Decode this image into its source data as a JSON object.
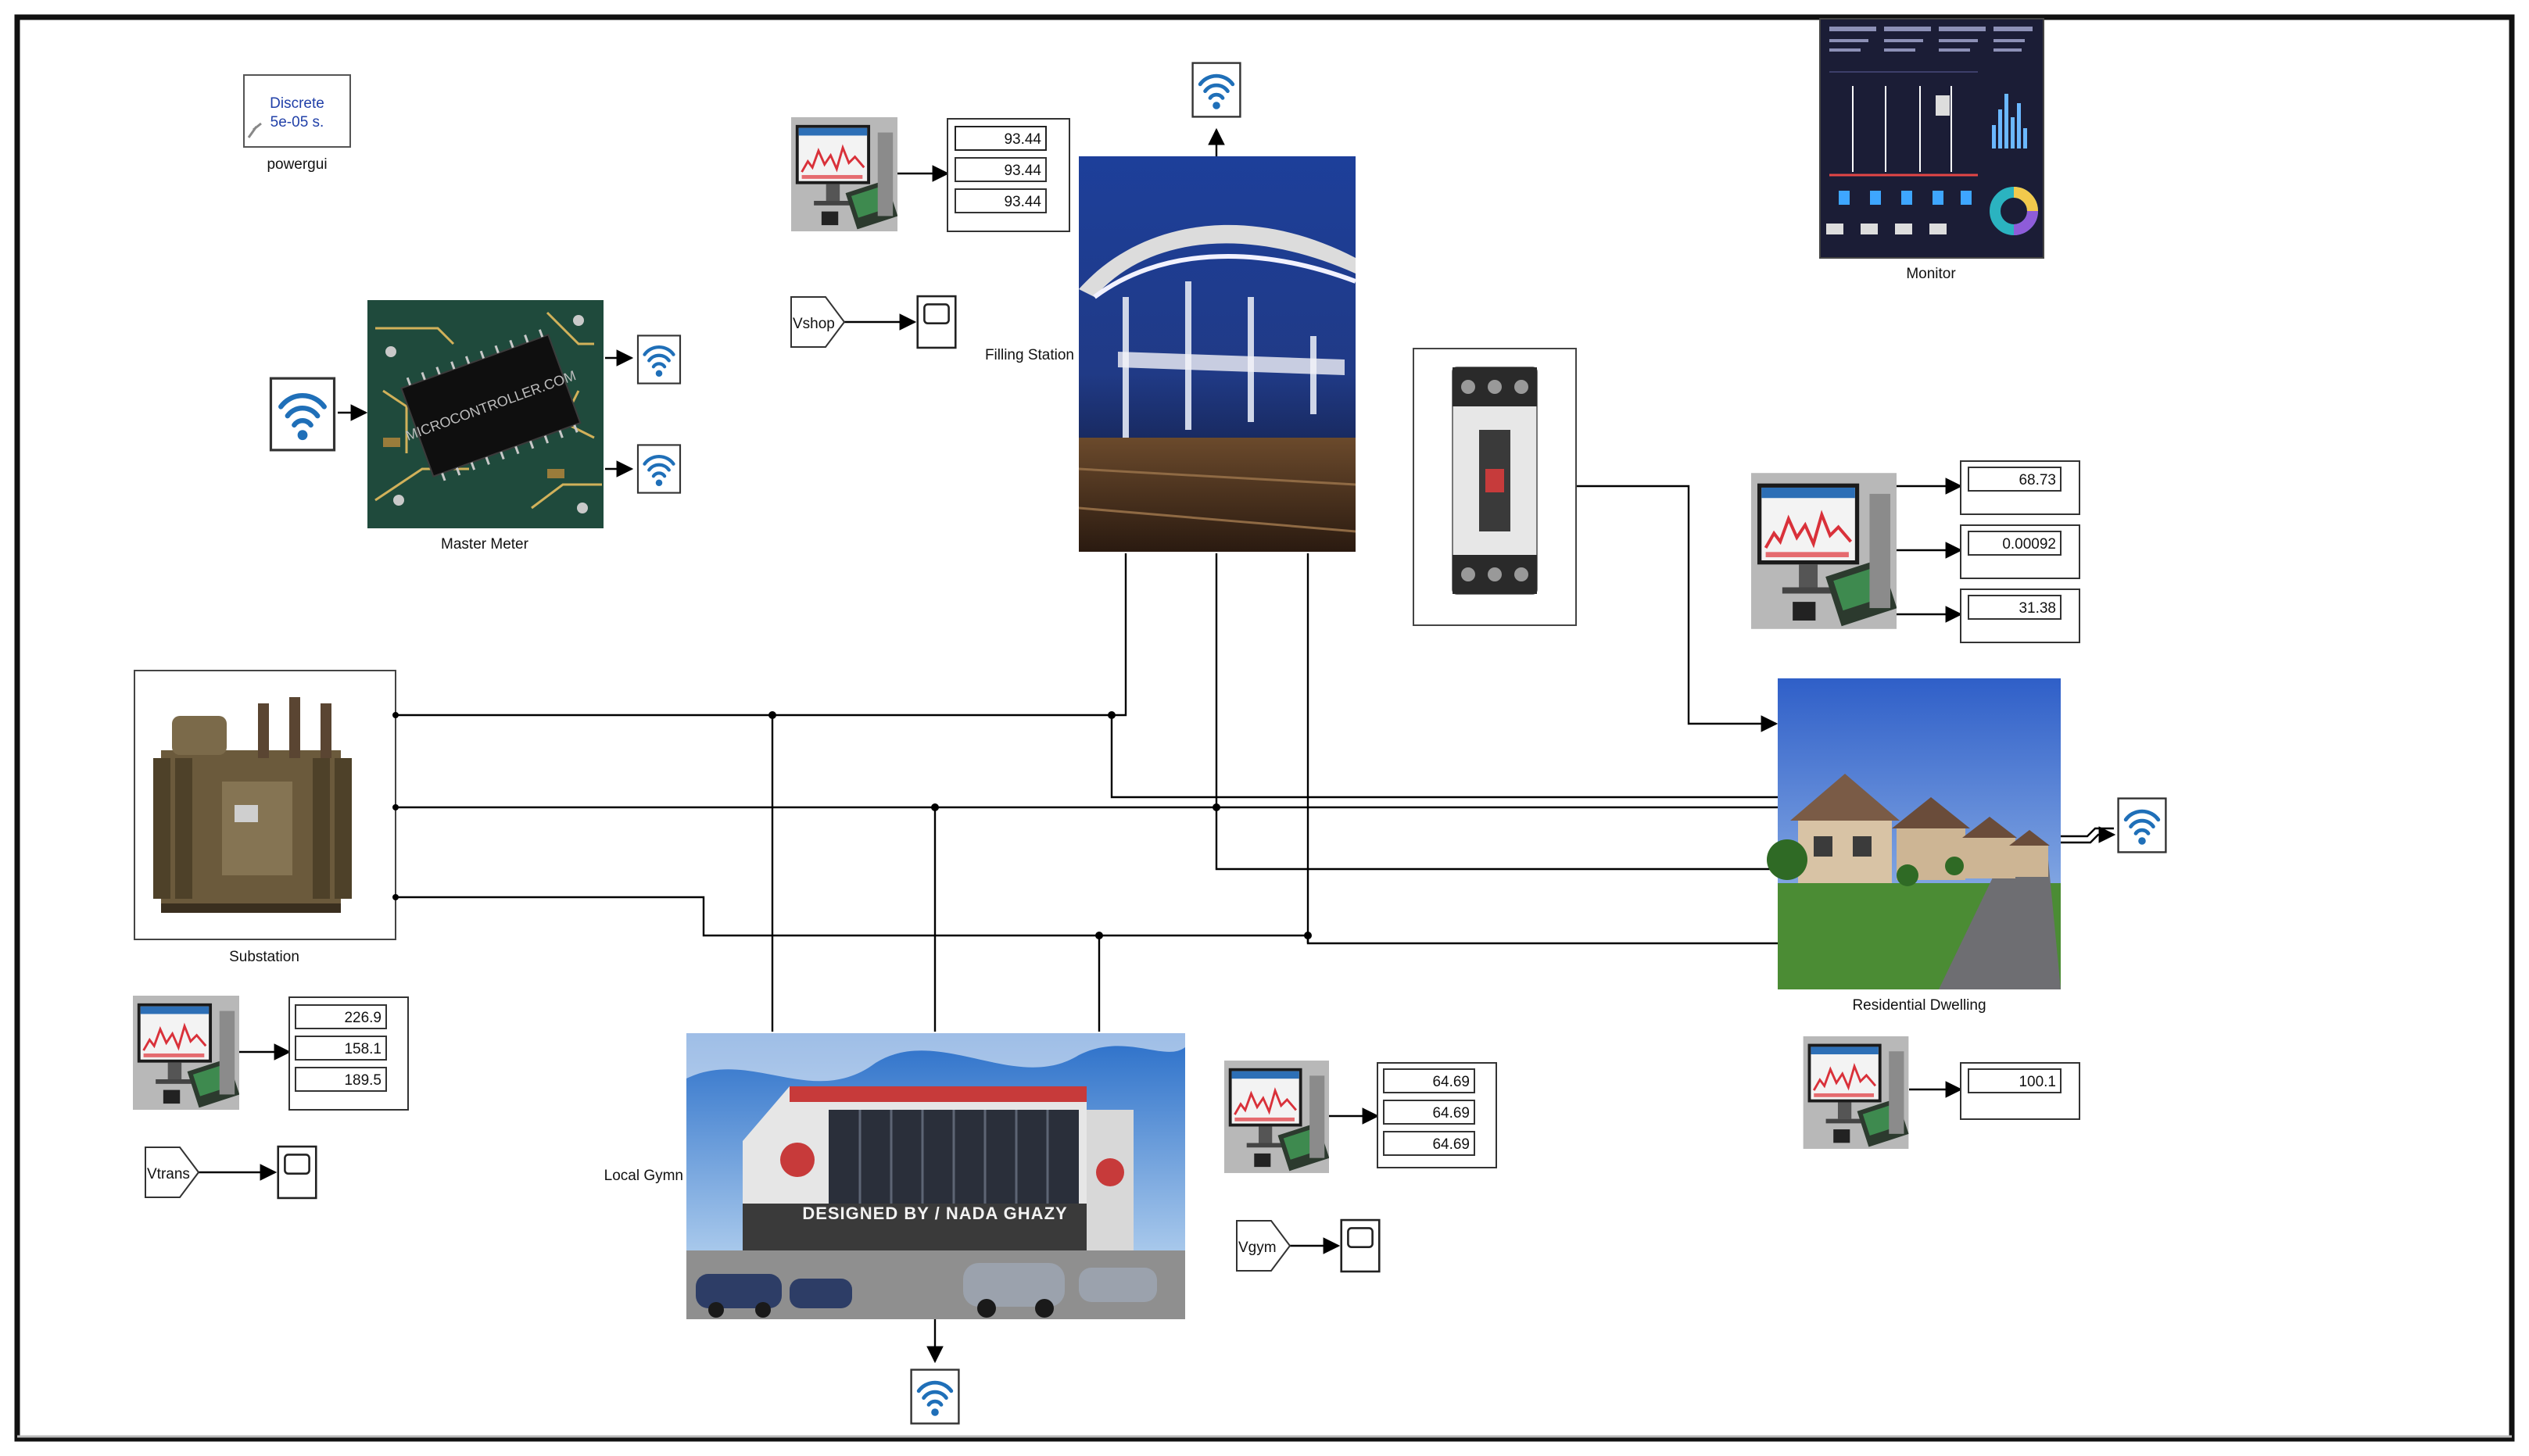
{
  "powergui": {
    "line1": "Discrete",
    "line2": "5e-05 s.",
    "label": "powergui"
  },
  "blocks": {
    "master_meter": "Master  Meter",
    "filling_station": "Filling Station",
    "monitor": "Monitor",
    "substation": "Substation",
    "local_gym": "Local Gymn",
    "residential": "Residential Dwelling",
    "gym_banner": "DESIGNED BY / NADA GHAZY"
  },
  "goto_tags": {
    "vshop": "Vshop",
    "vtrans": "Vtrans",
    "vgym": "Vgym"
  },
  "displays": {
    "filling_station": [
      "93.44",
      "93.44",
      "93.44"
    ],
    "substation": [
      "226.9",
      "158.1",
      "189.5"
    ],
    "gym": [
      "64.69",
      "64.69",
      "64.69"
    ],
    "residential_meter": [
      "68.73",
      "0.00092",
      "31.38"
    ],
    "residential_single": [
      "100.1"
    ]
  },
  "icons": {
    "wifi": "wifi-icon",
    "scope": "scope-icon",
    "meter": "smart-meter-icon"
  },
  "colors": {
    "wifi_blue": "#1f6fb8",
    "wire": "#000000",
    "monitor_bg": "#1b1d36"
  }
}
